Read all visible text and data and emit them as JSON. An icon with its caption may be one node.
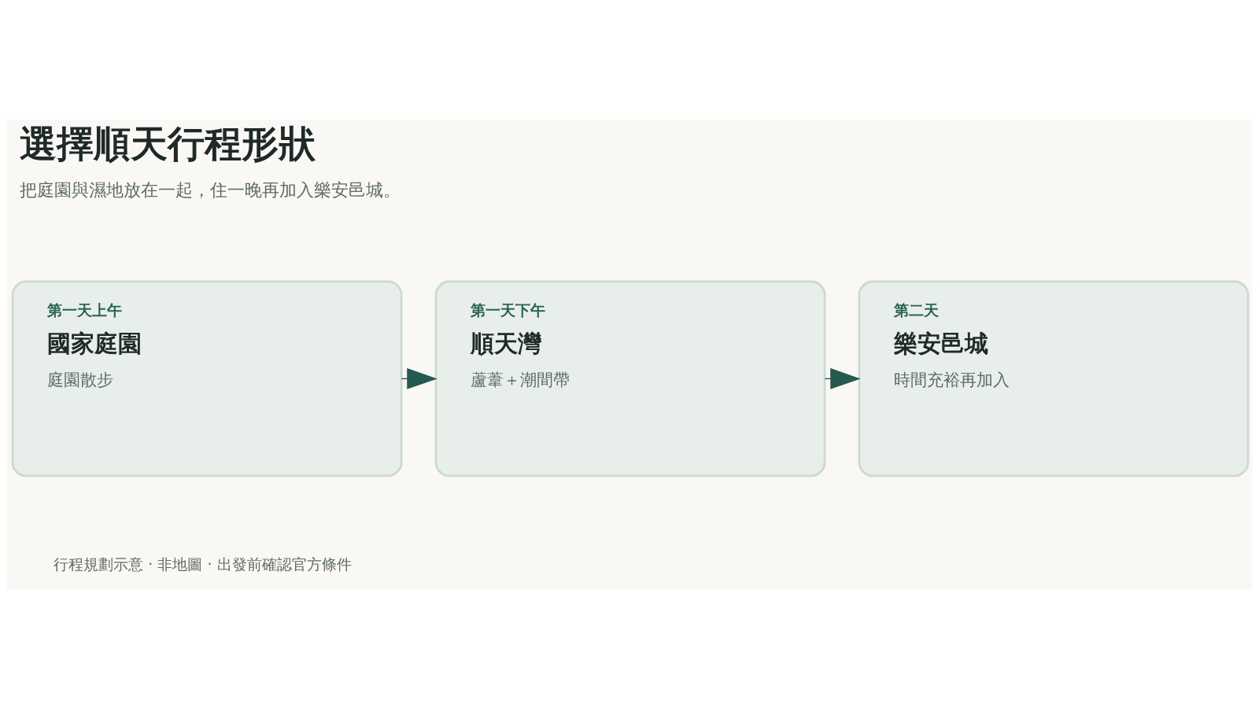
{
  "diagram": {
    "title": "選擇順天行程形狀",
    "nodes": [
      {
        "text": [
          "第一天上午",
          "國家庭園",
          "庭園散步"
        ]
      },
      {
        "text": [
          "第一天下午",
          "順天灣",
          "蘆葦＋潮間帶"
        ]
      },
      {
        "text": [
          "第二天",
          "樂安邑城",
          "時間充裕再加入"
        ]
      }
    ],
    "edges": [
      {
        "from": 0,
        "to": 1,
        "arrow": "to"
      },
      {
        "from": 1,
        "to": 2,
        "arrow": "to"
      }
    ],
    "labels": [
      "把庭園與濕地放在一起，住一晚再加入樂安邑城。",
      "行程規劃示意 · 非地圖 · 出發前確認官方條件"
    ]
  }
}
